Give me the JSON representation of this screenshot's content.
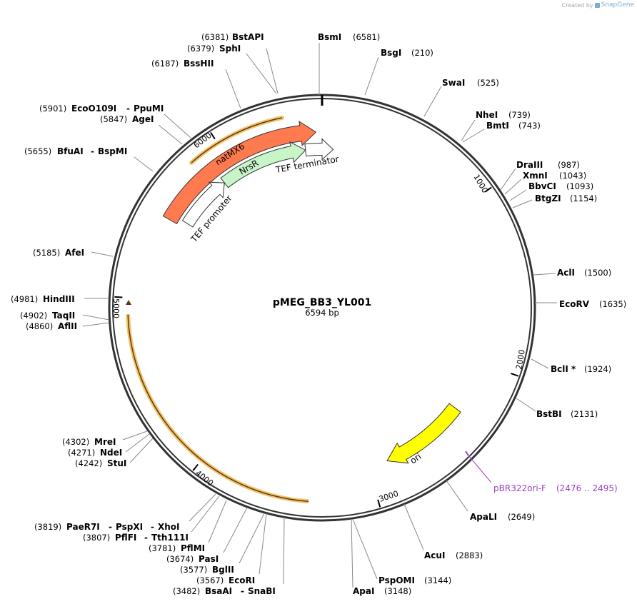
{
  "credit": {
    "prefix": "Created by",
    "brand": "SnapGene"
  },
  "plasmid": {
    "name": "pMEG_BB3_YL001",
    "length_label": "6594 bp",
    "length": 6594
  },
  "ticks": [
    {
      "label": "1000",
      "pos": 1000
    },
    {
      "label": "2000",
      "pos": 2000
    },
    {
      "label": "3000",
      "pos": 3000
    },
    {
      "label": "4000",
      "pos": 4000
    },
    {
      "label": "5000",
      "pos": 5000
    },
    {
      "label": "6000",
      "pos": 6000
    }
  ],
  "features": [
    {
      "name": "natMX6",
      "label": "natMX6",
      "color": "#ff7b4f"
    },
    {
      "name": "NrsR",
      "label": "NrsR",
      "color": "#c8f5c8"
    },
    {
      "name": "TEF promoter",
      "label": "TEF promoter",
      "color": "#ffffff"
    },
    {
      "name": "TEF terminator",
      "label": "TEF terminator",
      "color": "#ffffff"
    },
    {
      "name": "ori",
      "label": "ori",
      "color": "#ffff00"
    }
  ],
  "primer": {
    "name": "pBR322ori-F",
    "range": "(2476 .. 2495)",
    "color": "#a040c8"
  },
  "sites": [
    {
      "name": "BstAPI",
      "pos": "(6381)"
    },
    {
      "name": "SphI",
      "pos": "(6379)"
    },
    {
      "name": "BssHII",
      "pos": "(6187)"
    },
    {
      "name": "EcoO109I",
      "pos": "(5901)",
      "name2": "PpuMI"
    },
    {
      "name": "AgeI",
      "pos": "(5847)"
    },
    {
      "name": "BfuAI",
      "pos": "(5655)",
      "name2": "BspMI"
    },
    {
      "name": "AfeI",
      "pos": "(5185)"
    },
    {
      "name": "HindIII",
      "pos": "(4981)"
    },
    {
      "name": "TaqII",
      "pos": "(4902)"
    },
    {
      "name": "AflII",
      "pos": "(4860)"
    },
    {
      "name": "MreI",
      "pos": "(4302)"
    },
    {
      "name": "NdeI",
      "pos": "(4271)"
    },
    {
      "name": "StuI",
      "pos": "(4242)"
    },
    {
      "name": "PaeR7I",
      "pos": "(3819)",
      "name2": "PspXI",
      "name3": "XhoI"
    },
    {
      "name": "PflFI",
      "pos": "(3807)",
      "name2": "Tth111I"
    },
    {
      "name": "PflMI",
      "pos": "(3781)"
    },
    {
      "name": "PasI",
      "pos": "(3674)"
    },
    {
      "name": "BglII",
      "pos": "(3577)"
    },
    {
      "name": "EcoRI",
      "pos": "(3567)"
    },
    {
      "name": "BsaAI",
      "pos": "(3482)",
      "name2": "SnaBI"
    },
    {
      "name": "BsmI",
      "pos": "(6581)"
    },
    {
      "name": "BsgI",
      "pos": "(210)"
    },
    {
      "name": "SwaI",
      "pos": "(525)"
    },
    {
      "name": "NheI",
      "pos": "(739)"
    },
    {
      "name": "BmtI",
      "pos": "(743)"
    },
    {
      "name": "DraIII",
      "pos": "(987)"
    },
    {
      "name": "XmnI",
      "pos": "(1043)"
    },
    {
      "name": "BbvCI",
      "pos": "(1093)"
    },
    {
      "name": "BtgZI",
      "pos": "(1154)"
    },
    {
      "name": "AclI",
      "pos": "(1500)"
    },
    {
      "name": "EcoRV",
      "pos": "(1635)"
    },
    {
      "name": "BclI *",
      "pos": "(1924)"
    },
    {
      "name": "BstBI",
      "pos": "(2131)"
    },
    {
      "name": "ApaLI",
      "pos": "(2649)"
    },
    {
      "name": "AcuI",
      "pos": "(2883)"
    },
    {
      "name": "PspOMI",
      "pos": "(3144)"
    },
    {
      "name": "ApaI",
      "pos": "(3148)"
    }
  ]
}
